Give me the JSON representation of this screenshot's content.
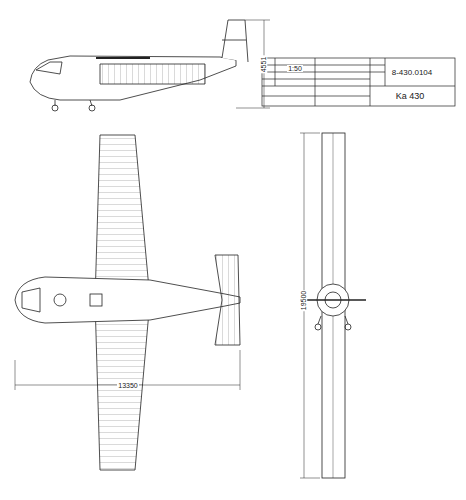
{
  "diagram": {
    "labels": [
      "4551",
      "1:50",
      "8-430.0104",
      "Ka 430",
      "13350",
      "19500"
    ]
  }
}
